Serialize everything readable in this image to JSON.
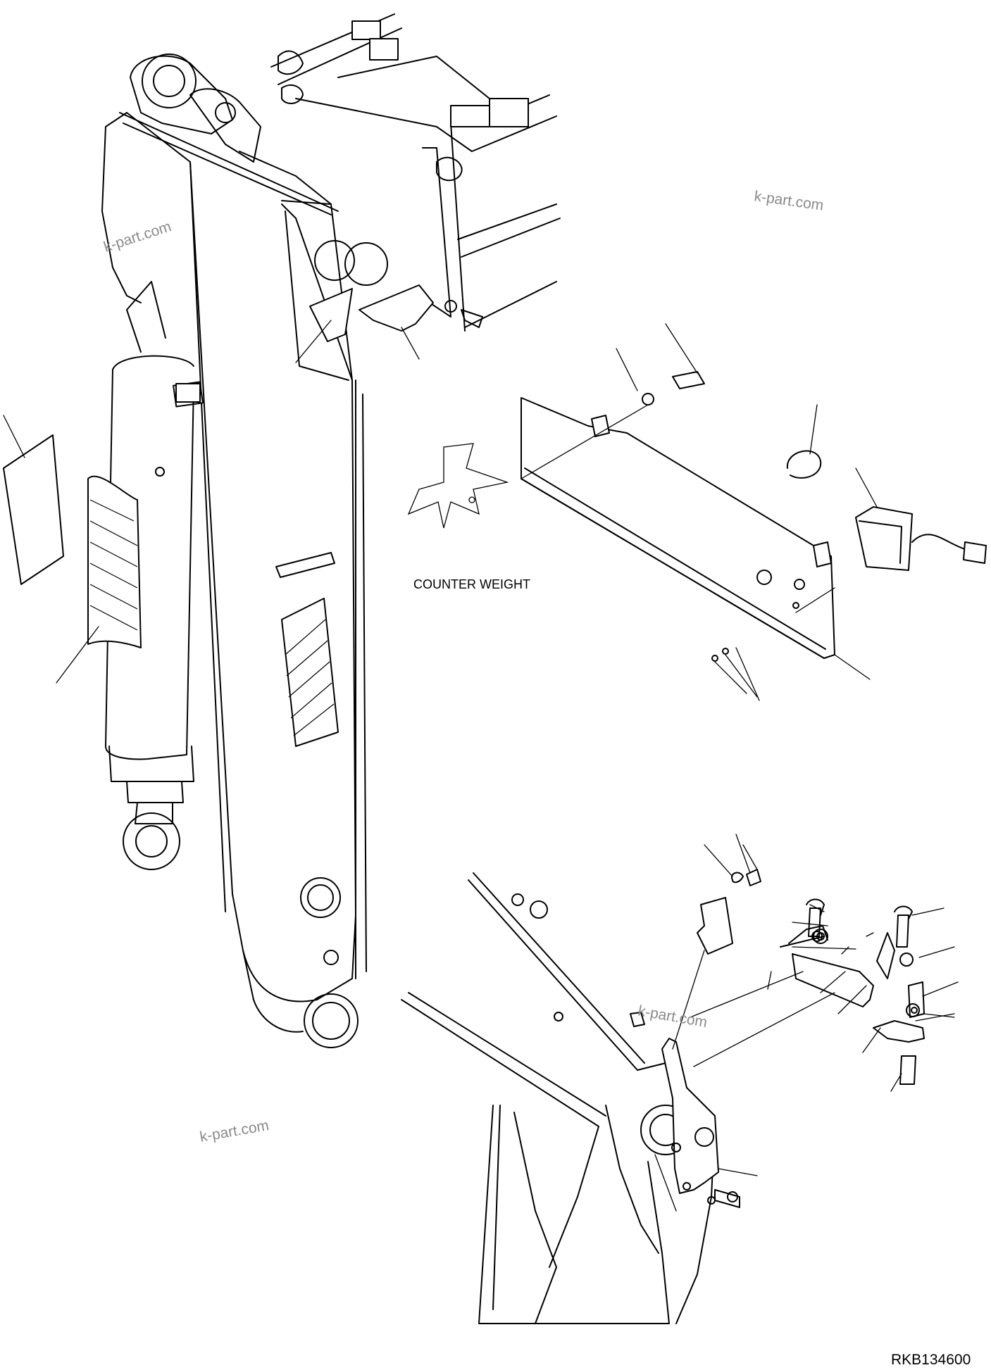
{
  "labels": {
    "counter_weight": "COUNTER WEIGHT",
    "drawing_code": "RKB134600"
  },
  "watermarks": [
    "k-part.com",
    "k-part.com",
    "k-part.com",
    "k-part.com"
  ]
}
